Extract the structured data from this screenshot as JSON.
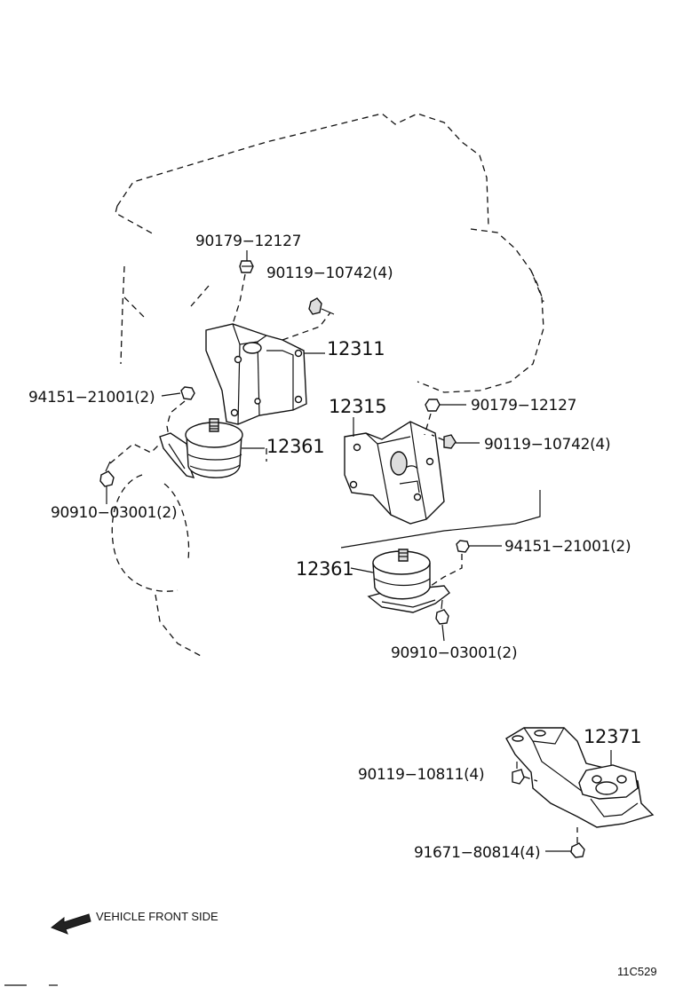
{
  "labels": {
    "p90179_12127_a": "90179−12127",
    "p90119_10742_a": "90119−10742(4)",
    "p12311": "12311",
    "p94151_21001_a": "94151−21001(2)",
    "p12361_a": "12361",
    "p90910_03001_a": "90910−03001(2)",
    "p12315": "12315",
    "p90179_12127_b": "90179−12127",
    "p90119_10742_b": "90119−10742(4)",
    "p94151_21001_b": "94151−21001(2)",
    "p12361_b": "12361",
    "p90910_03001_b": "90910−03001(2)",
    "p12371": "12371",
    "p90119_10811": "90119−10811(4)",
    "p91671_80814": "91671−80814(4)"
  },
  "direction_label": "VEHICLE FRONT SIDE",
  "diagram_code": "11C529",
  "icons": {
    "arrow": "front-arrow-icon"
  }
}
